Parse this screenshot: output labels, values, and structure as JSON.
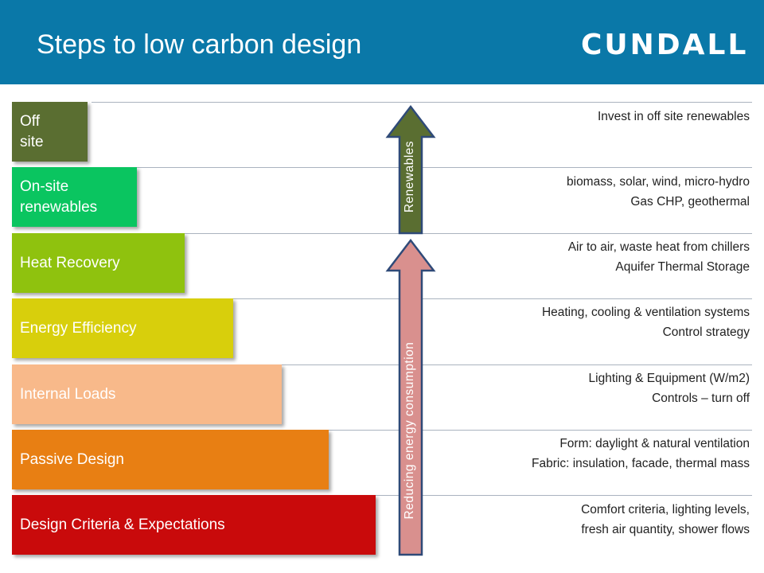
{
  "header": {
    "title": "Steps to low carbon design",
    "logo": "CUNDALL"
  },
  "steps": [
    {
      "label_lines": [
        "Off",
        "site"
      ],
      "color": "#5a6e31"
    },
    {
      "label_lines": [
        "On-site",
        "renewables"
      ],
      "color": "#0ac560"
    },
    {
      "label_lines": [
        "Heat Recovery"
      ],
      "color": "#8fc20e"
    },
    {
      "label_lines": [
        "Energy Efficiency"
      ],
      "color": "#d8cf0c"
    },
    {
      "label_lines": [
        "Internal Loads"
      ],
      "color": "#f8b98a"
    },
    {
      "label_lines": [
        "Passive Design"
      ],
      "color": "#e87f13"
    },
    {
      "label_lines": [
        "Design Criteria & Expectations"
      ],
      "color": "#c90a0b"
    }
  ],
  "descriptions": [
    [
      "Invest in off site renewables"
    ],
    [
      "biomass, solar, wind, micro-hydro",
      "Gas CHP, geothermal"
    ],
    [
      "Air to air, waste heat from chillers",
      "Aquifer Thermal Storage"
    ],
    [
      "Heating, cooling & ventilation systems",
      "Control strategy"
    ],
    [
      "Lighting & Equipment (W/m2)",
      "Controls – turn off"
    ],
    [
      "Form: daylight & natural ventilation",
      "Fabric: insulation, facade, thermal mass"
    ],
    [
      "Comfort criteria, lighting levels,",
      "fresh air quantity, shower flows"
    ]
  ],
  "arrows": {
    "upper": {
      "label": "Renewables",
      "fill": "#5a6e31",
      "stroke": "#2f4a78"
    },
    "lower": {
      "label": "Reducing energy consumption",
      "fill": "#d9908e",
      "stroke": "#2f4a78"
    }
  },
  "colors": {
    "header_bg": "#0a78a8",
    "divider": "#aab3bf"
  }
}
